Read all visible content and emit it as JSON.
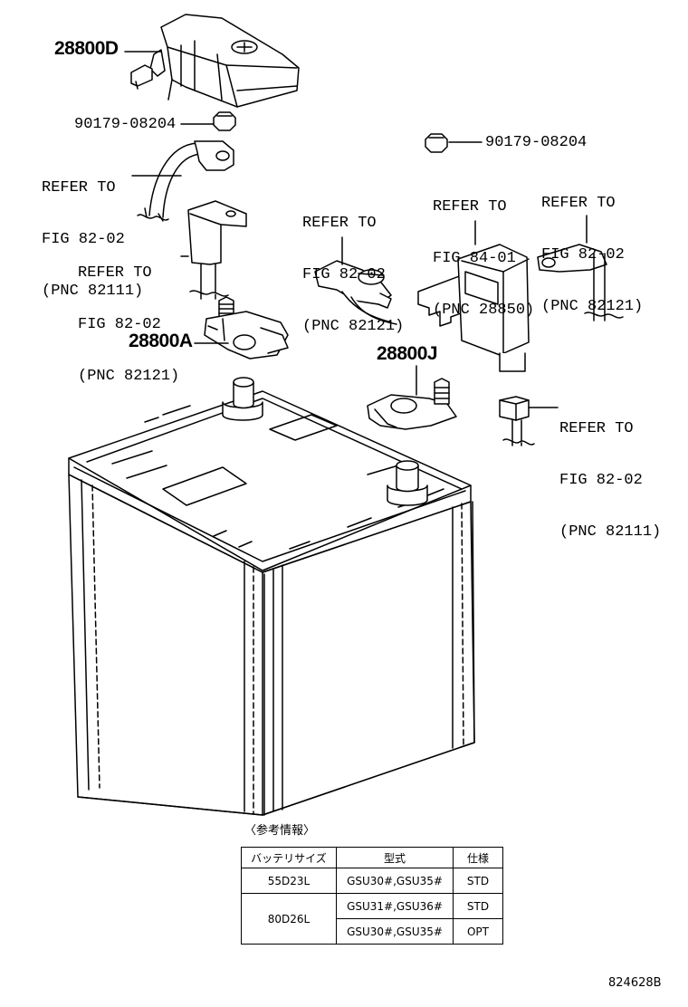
{
  "part_labels": {
    "cover": "28800D",
    "bolt_a": "90179-08204",
    "bolt_b": "90179-08204",
    "terminal_pos": "28800A",
    "terminal_neg": "28800J"
  },
  "refer_notes": [
    {
      "id": "ref1",
      "lines": [
        "REFER TO",
        "FIG 82-02",
        "(PNC 82111)"
      ]
    },
    {
      "id": "ref2",
      "lines": [
        "REFER TO",
        "FIG 82-02",
        "(PNC 82121)"
      ]
    },
    {
      "id": "ref3",
      "lines": [
        "REFER TO",
        "FIG 82-02",
        "(PNC 82121)"
      ]
    },
    {
      "id": "ref4",
      "lines": [
        "REFER TO",
        "FIG 84-01",
        "(PNC 28850)"
      ]
    },
    {
      "id": "ref5",
      "lines": [
        "REFER TO",
        "FIG 82-02",
        "(PNC 82121)"
      ]
    },
    {
      "id": "ref6",
      "lines": [
        "REFER TO",
        "FIG 82-02",
        "(PNC 82111)"
      ]
    }
  ],
  "reference_caption": "〈参考情報〉",
  "spec_table": {
    "headers": [
      "バッテリサイズ",
      "型式",
      "仕様"
    ],
    "rows": [
      {
        "size": "55D23L",
        "model": "GSU30#,GSU35#",
        "spec": "STD"
      },
      {
        "size": "80D26L",
        "model": "GSU31#,GSU36#",
        "spec": "STD"
      },
      {
        "size": "",
        "model": "GSU30#,GSU35#",
        "spec": "OPT"
      }
    ]
  },
  "figure_code": "824628B"
}
